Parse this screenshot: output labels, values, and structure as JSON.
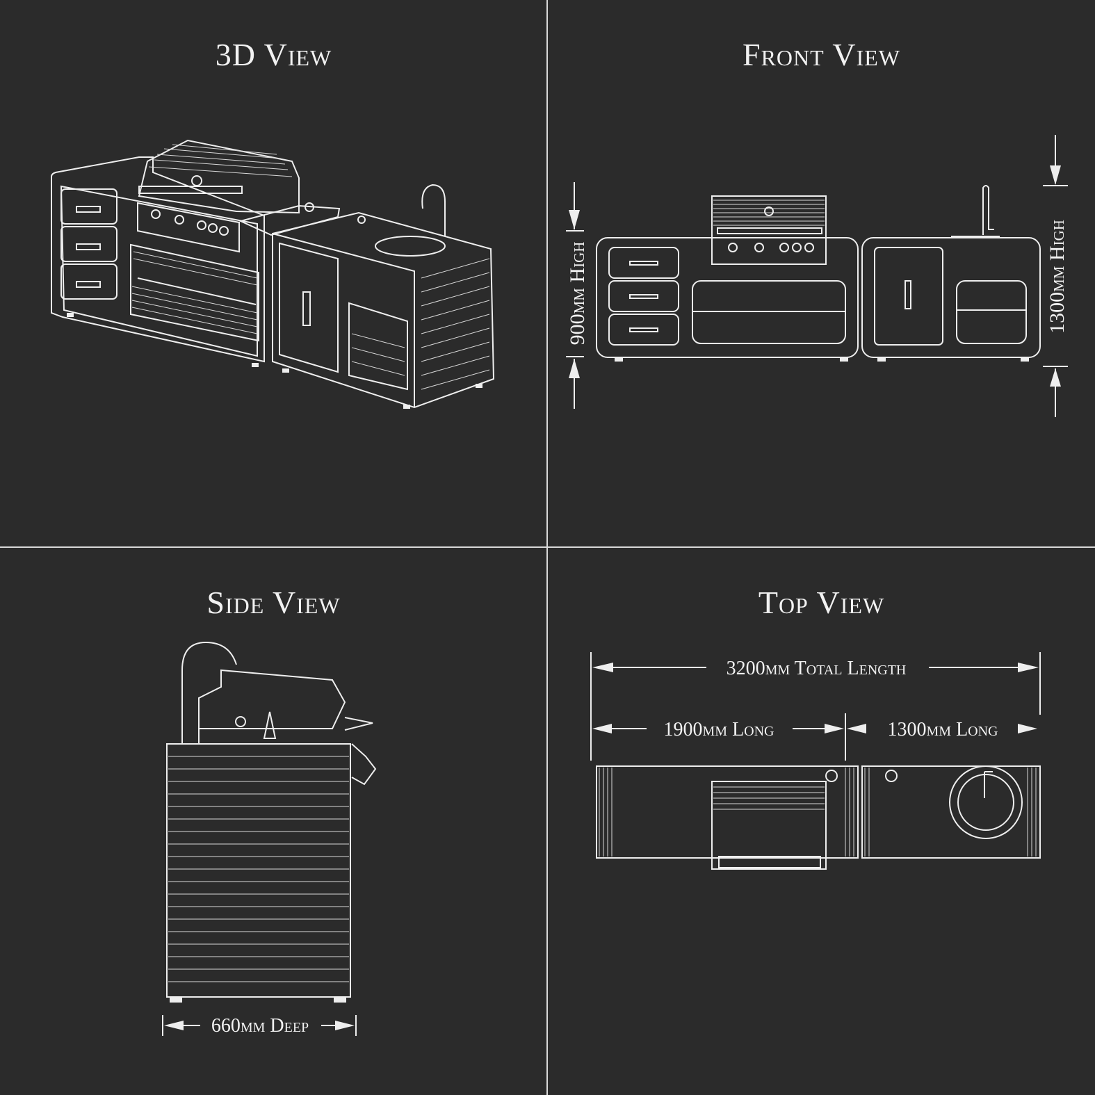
{
  "views": {
    "view3d": {
      "title": "3D View"
    },
    "front": {
      "title": "Front View",
      "dim_left": "900mm High",
      "dim_right": "1300mm High"
    },
    "side": {
      "title": "Side View",
      "dim_bottom": "660mm Deep"
    },
    "top": {
      "title": "Top View",
      "dim_total": "3200mm Total Length",
      "dim_left": "1900mm Long",
      "dim_right": "1300mm Long"
    }
  },
  "colors": {
    "background": "#2b2b2b",
    "line": "#eeeeee",
    "divider": "#d9d9d9"
  }
}
